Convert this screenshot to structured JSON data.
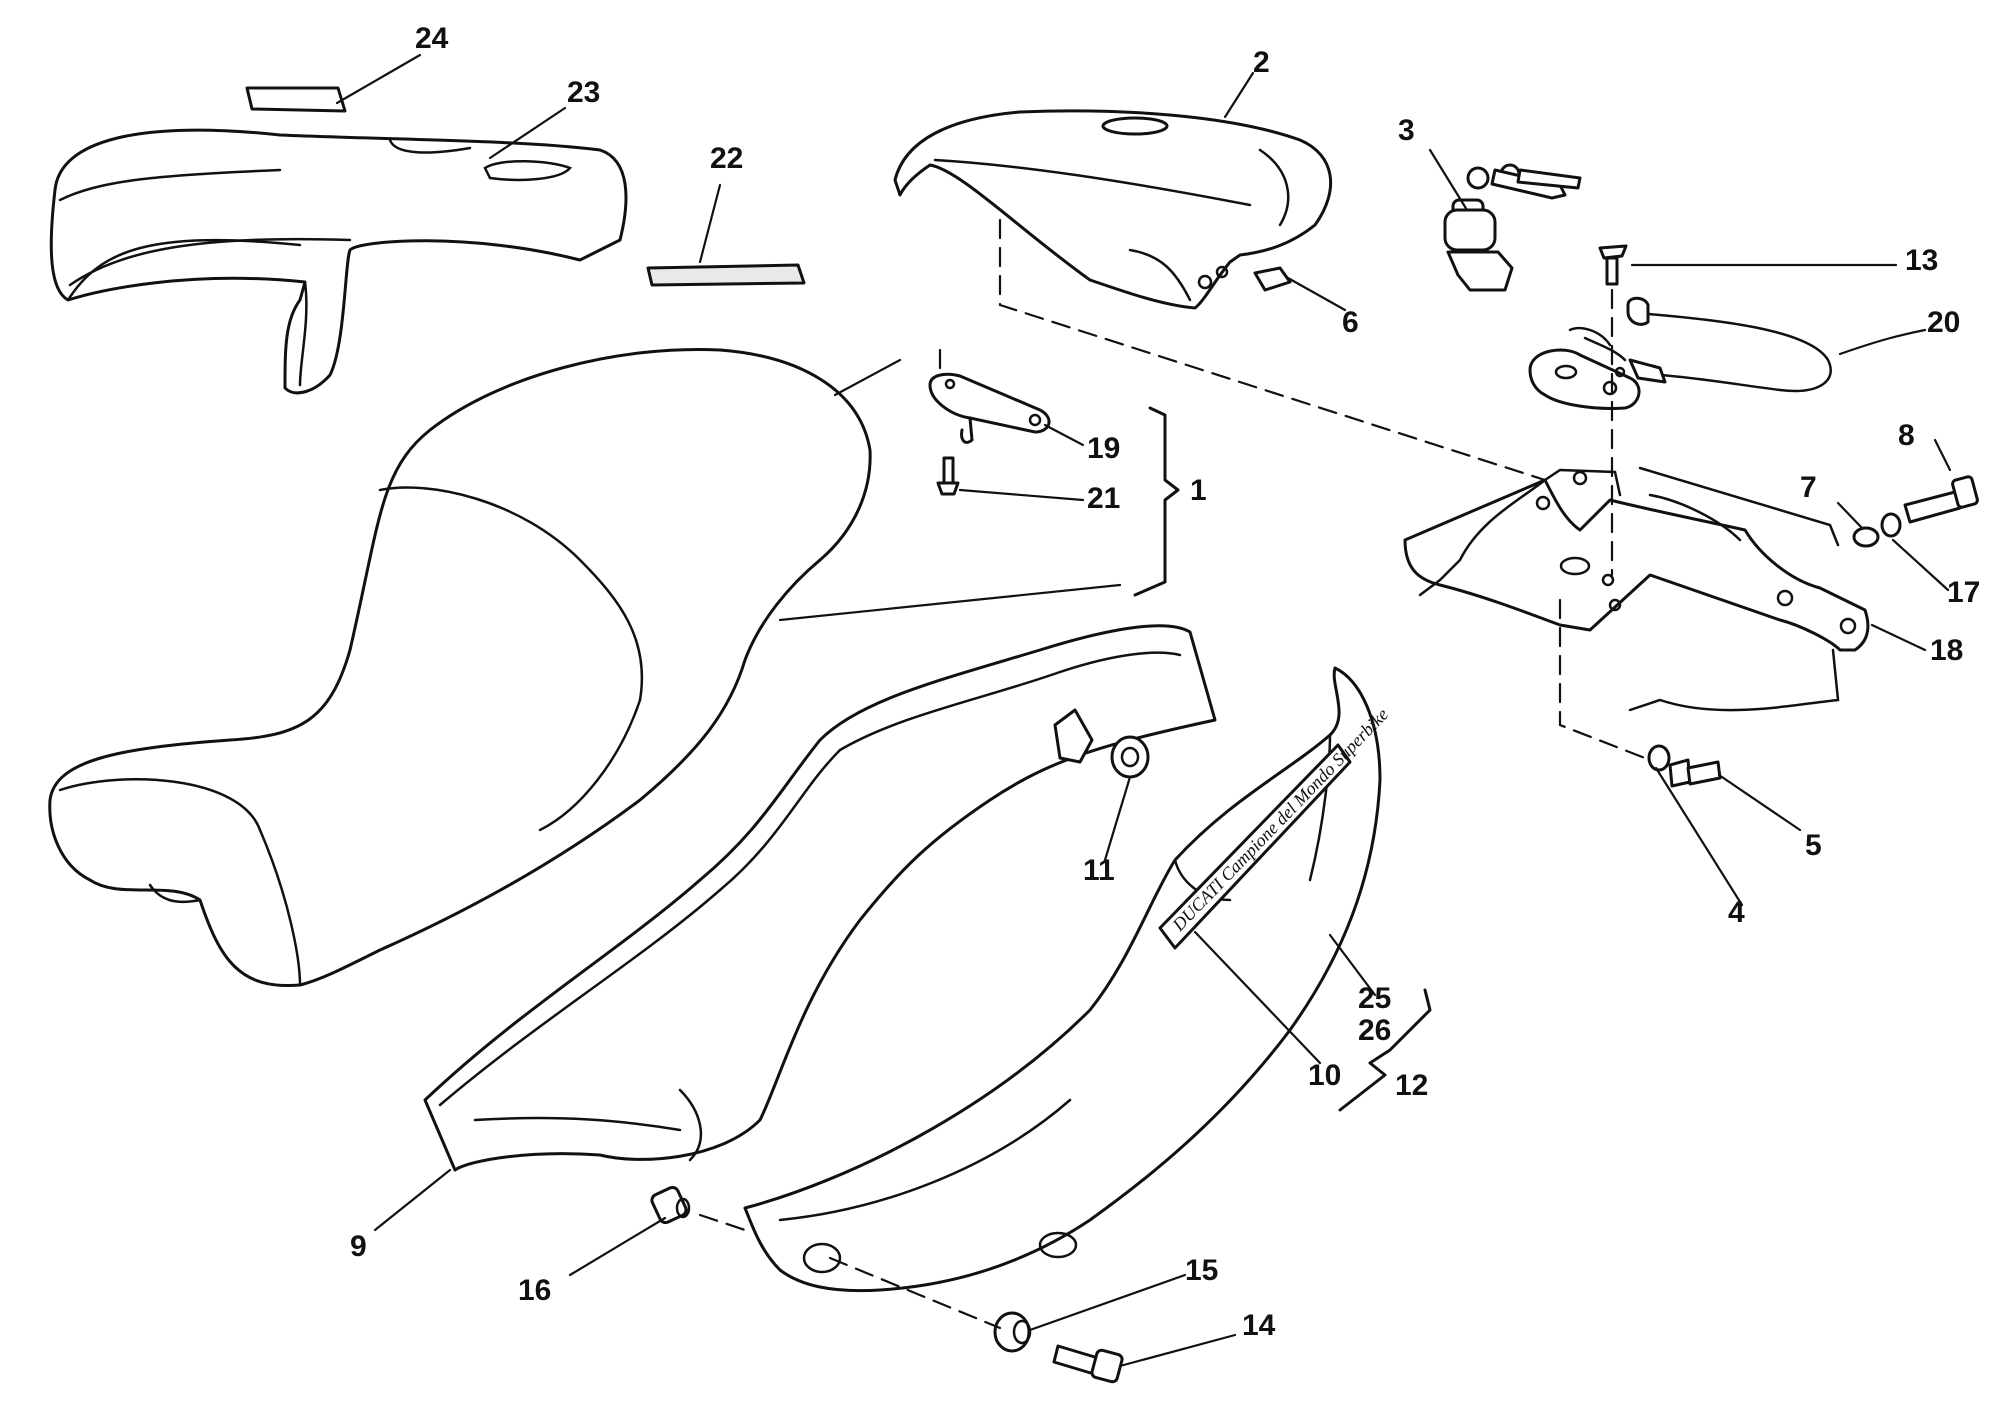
{
  "diagram": {
    "callouts": [
      {
        "id": "c1",
        "label": "1"
      },
      {
        "id": "c2",
        "label": "2"
      },
      {
        "id": "c3",
        "label": "3"
      },
      {
        "id": "c4",
        "label": "4"
      },
      {
        "id": "c5",
        "label": "5"
      },
      {
        "id": "c6",
        "label": "6"
      },
      {
        "id": "c7",
        "label": "7"
      },
      {
        "id": "c8",
        "label": "8"
      },
      {
        "id": "c9",
        "label": "9"
      },
      {
        "id": "c10",
        "label": "10"
      },
      {
        "id": "c11",
        "label": "11"
      },
      {
        "id": "c12",
        "label": "12"
      },
      {
        "id": "c13",
        "label": "13"
      },
      {
        "id": "c14",
        "label": "14"
      },
      {
        "id": "c15",
        "label": "15"
      },
      {
        "id": "c16",
        "label": "16"
      },
      {
        "id": "c17",
        "label": "17"
      },
      {
        "id": "c18",
        "label": "18"
      },
      {
        "id": "c19",
        "label": "19"
      },
      {
        "id": "c20",
        "label": "20"
      },
      {
        "id": "c21",
        "label": "21"
      },
      {
        "id": "c22",
        "label": "22"
      },
      {
        "id": "c23",
        "label": "23"
      },
      {
        "id": "c24",
        "label": "24"
      },
      {
        "id": "c25",
        "label": "25"
      },
      {
        "id": "c26",
        "label": "26"
      }
    ],
    "badge_text": "DUCATI Campione del Mondo Superbike"
  }
}
